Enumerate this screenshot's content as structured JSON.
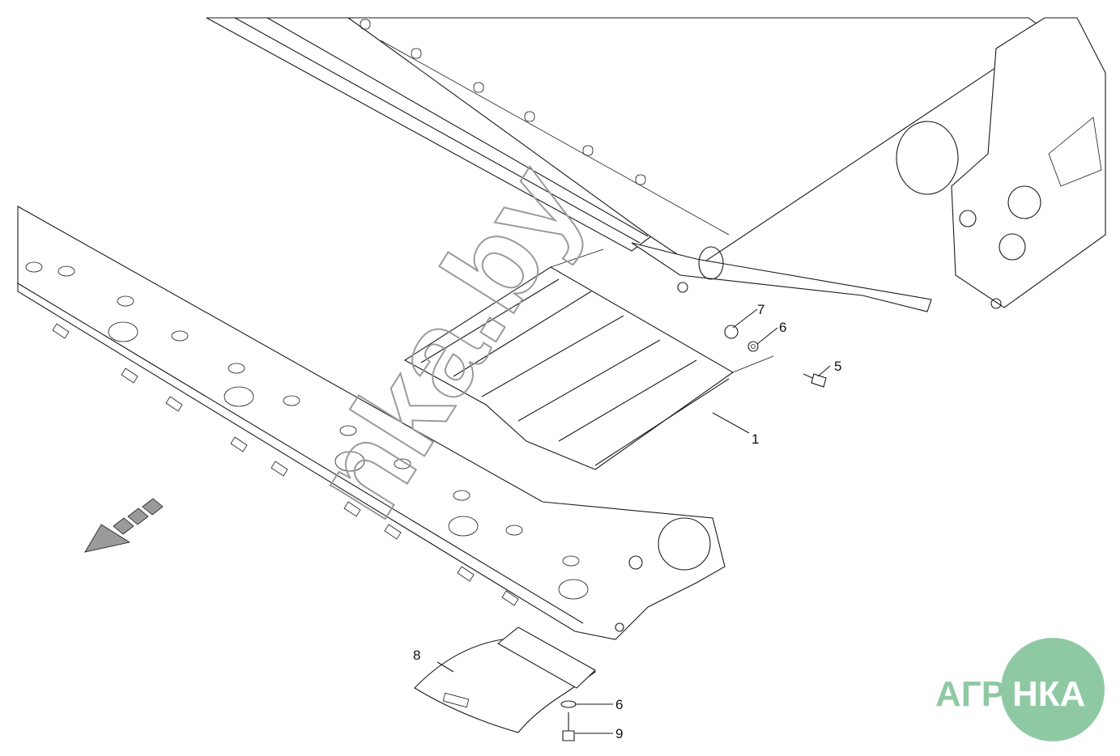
{
  "callouts": [
    {
      "id": "1",
      "label": "1"
    },
    {
      "id": "5",
      "label": "5"
    },
    {
      "id": "6a",
      "label": "6"
    },
    {
      "id": "7",
      "label": "7"
    },
    {
      "id": "6b",
      "label": "6"
    },
    {
      "id": "8",
      "label": "8"
    },
    {
      "id": "9",
      "label": "9"
    }
  ],
  "watermark": {
    "text": "nka.by"
  },
  "logo": {
    "left": "АГРО",
    "right": "НКА",
    "color": "#8fc9a3"
  },
  "colors": {
    "line": "#1a1a1a",
    "arrow": "#9a9a9a",
    "watermark": "#9a9a9a"
  }
}
